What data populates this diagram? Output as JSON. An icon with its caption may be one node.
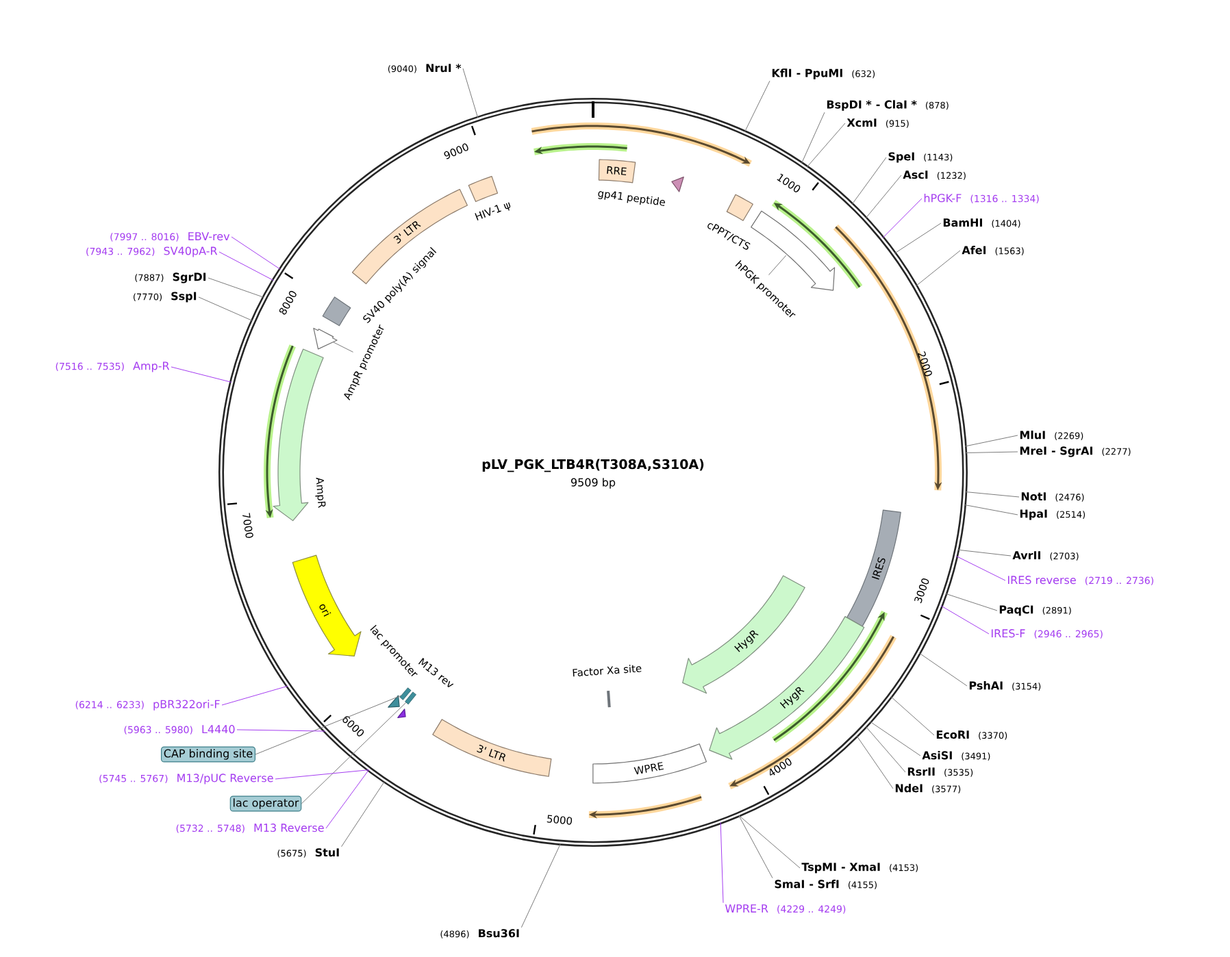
{
  "diagram": {
    "title": "pLV_PGK_LTB4R(T308A,S310A)",
    "nodes": [
      {
        "text": [],
        "shape": "circle"
      },
      {
        "text": [
          "RRE"
        ],
        "in": 0
      },
      {
        "text": [
          "gp41 peptide"
        ],
        "in": 0
      },
      {
        "text": [
          "HIV-1 ψ"
        ],
        "in": 0
      },
      {
        "text": [
          "3' LTR"
        ],
        "in": 0
      },
      {
        "text": [
          "cPPT/CTS"
        ],
        "in": 0
      },
      {
        "text": [
          "hPGK promoter"
        ],
        "in": 0
      },
      {
        "text": [
          "SV40 poly(A) signal"
        ],
        "in": 0
      },
      {
        "text": [
          "AmpR promoter"
        ],
        "in": 0
      },
      {
        "text": [
          "AmpR"
        ],
        "in": 0
      },
      {
        "text": [
          "ori"
        ],
        "in": 0
      },
      {
        "text": [
          "lac promoter"
        ],
        "in": 0
      },
      {
        "text": [
          "M13 rev"
        ],
        "in": 0
      },
      {
        "text": [],
        "shape": "box",
        "in": 0
      },
      {
        "text": [],
        "shape": "box",
        "in": 0
      },
      {
        "text": [
          "IRES"
        ],
        "in": 0
      },
      {
        "text": [
          "HygR"
        ],
        "in": 0
      },
      {
        "text": [
          "HygR"
        ],
        "in": 0
      },
      {
        "text": [
          "Factor Xa site"
        ],
        "in": 0
      },
      {
        "text": [
          "WPRE"
        ],
        "in": 0
      },
      {
        "text": [
          "3' LTR"
        ],
        "in": 0
      },
      {
        "text": [
          "(9040)",
          "NruI *"
        ]
      },
      {
        "text": [
          "KflI",
          "- PpuMI",
          "(632)"
        ]
      },
      {
        "text": [
          "BspDI *",
          "- ClaI *",
          "(878)"
        ]
      },
      {
        "text": [
          "XcmI",
          "(915)"
        ]
      },
      {
        "text": [
          "SpeI",
          "(1143)"
        ]
      },
      {
        "text": [
          "AscI",
          "(1232)"
        ]
      },
      {
        "text": [
          "hPGK-F",
          "(1316 .. 1334)"
        ]
      },
      {
        "text": [
          "BamHI",
          "(1404)"
        ]
      },
      {
        "text": [
          "AfeI",
          "(1563)"
        ]
      },
      {
        "text": [
          "MluI",
          "(2269)"
        ]
      },
      {
        "text": [
          "MreI",
          "- SgrAI",
          "(2277)"
        ]
      },
      {
        "text": [
          "NotI",
          "(2476)"
        ]
      },
      {
        "text": [
          "HpaI",
          "(2514)"
        ]
      },
      {
        "text": [
          "AvrII",
          "(2703)"
        ]
      },
      {
        "text": [
          "IRES reverse",
          "(2719 .. 2736)"
        ]
      },
      {
        "text": [
          "PaqCI",
          "(2891)"
        ]
      },
      {
        "text": [
          "IRES-F",
          "(2946 .. 2965)"
        ]
      },
      {
        "text": [
          "PshAI",
          "(3154)"
        ]
      },
      {
        "text": [
          "EcoRI",
          "(3370)"
        ]
      },
      {
        "text": [
          "AsiSI",
          "(3491)"
        ]
      },
      {
        "text": [
          "RsrII",
          "(3535)"
        ]
      },
      {
        "text": [
          "NdeI",
          "(3577)"
        ]
      },
      {
        "text": [
          "TspMI",
          "- XmaI",
          "(4153)"
        ]
      },
      {
        "text": [
          "SmaI",
          "- SrfI",
          "(4155)"
        ]
      },
      {
        "text": [
          "WPRE-R",
          "(4229 .. 4249)"
        ]
      },
      {
        "text": [
          "(4896)",
          "Bsu36I"
        ]
      },
      {
        "text": [
          "(5675)",
          "StuI"
        ]
      },
      {
        "text": [
          "(5732 .. 5748)",
          "M13 Reverse"
        ]
      },
      {
        "text": [
          "lac operator"
        ]
      },
      {
        "text": [
          "(5745 .. 5767)",
          "M13/pUC Reverse"
        ]
      },
      {
        "text": [
          "CAP binding site"
        ]
      },
      {
        "text": [
          "(5963 .. 5980)",
          "L4440"
        ]
      },
      {
        "text": [
          "(6214 .. 6233)",
          "pBR322ori-F"
        ]
      },
      {
        "text": [
          "(7516 .. 7535)",
          "Amp-R"
        ]
      },
      {
        "text": [
          "(7770)",
          "SspI"
        ]
      },
      {
        "text": [
          "(7887)",
          "SgrDI"
        ]
      },
      {
        "text": [
          "(7943 .. 7962)",
          "SV40pA-R"
        ]
      },
      {
        "text": [
          "(7997 .. 8016)",
          "EBV-rev"
        ]
      }
    ],
    "edges": [
      {
        "from": 21,
        "to": 0,
        "arrow": "none"
      },
      {
        "from": 22,
        "to": 0,
        "arrow": "none"
      },
      {
        "from": 23,
        "to": 0,
        "arrow": "none"
      },
      {
        "from": 24,
        "to": 0,
        "arrow": "none"
      },
      {
        "from": 25,
        "to": 0,
        "arrow": "none"
      },
      {
        "from": 26,
        "to": 0,
        "arrow": "none"
      },
      {
        "from": 27,
        "to": 0,
        "arrow": "none",
        "color": "#a43cf0"
      },
      {
        "from": 28,
        "to": 0,
        "arrow": "none"
      },
      {
        "from": 29,
        "to": 0,
        "arrow": "none"
      },
      {
        "from": 30,
        "to": 0,
        "arrow": "none"
      },
      {
        "from": 31,
        "to": 0,
        "arrow": "none"
      },
      {
        "from": 32,
        "to": 0,
        "arrow": "none"
      },
      {
        "from": 33,
        "to": 0,
        "arrow": "none"
      },
      {
        "from": 34,
        "to": 0,
        "arrow": "none"
      },
      {
        "from": 35,
        "to": 0,
        "arrow": "none",
        "color": "#a43cf0"
      },
      {
        "from": 36,
        "to": 0,
        "arrow": "none"
      },
      {
        "from": 37,
        "to": 0,
        "arrow": "none",
        "color": "#a43cf0"
      },
      {
        "from": 38,
        "to": 0,
        "arrow": "none"
      },
      {
        "from": 39,
        "to": 0,
        "arrow": "none"
      },
      {
        "from": 40,
        "to": 0,
        "arrow": "none"
      },
      {
        "from": 41,
        "to": 0,
        "arrow": "none"
      },
      {
        "from": 42,
        "to": 0,
        "arrow": "none"
      },
      {
        "from": 43,
        "to": 0,
        "arrow": "none"
      },
      {
        "from": 44,
        "to": 0,
        "arrow": "none"
      },
      {
        "from": 45,
        "to": 0,
        "arrow": "none",
        "color": "#a43cf0"
      },
      {
        "from": 46,
        "to": 0,
        "arrow": "none"
      },
      {
        "from": 47,
        "to": 0,
        "arrow": "none"
      },
      {
        "from": 48,
        "to": 0,
        "arrow": "none",
        "color": "#a43cf0"
      },
      {
        "from": 49,
        "to": 14,
        "arrow": "none"
      },
      {
        "from": 50,
        "to": 0,
        "arrow": "none",
        "color": "#a43cf0"
      },
      {
        "from": 51,
        "to": 13,
        "arrow": "none"
      },
      {
        "from": 52,
        "to": 0,
        "arrow": "none",
        "color": "#a43cf0"
      },
      {
        "from": 53,
        "to": 0,
        "arrow": "none",
        "color": "#a43cf0"
      },
      {
        "from": 54,
        "to": 0,
        "arrow": "none",
        "color": "#a43cf0"
      },
      {
        "from": 55,
        "to": 0,
        "arrow": "none"
      },
      {
        "from": 56,
        "to": 0,
        "arrow": "none"
      },
      {
        "from": 57,
        "to": 0,
        "arrow": "none",
        "color": "#a43cf0"
      },
      {
        "from": 58,
        "to": 0,
        "arrow": "none",
        "color": "#a43cf0"
      }
    ],
    "labels": [
      "9000",
      "1000",
      "8000",
      "2000",
      "9509 bp",
      "7000",
      "3000",
      "6000",
      "4000",
      "5000"
    ]
  }
}
